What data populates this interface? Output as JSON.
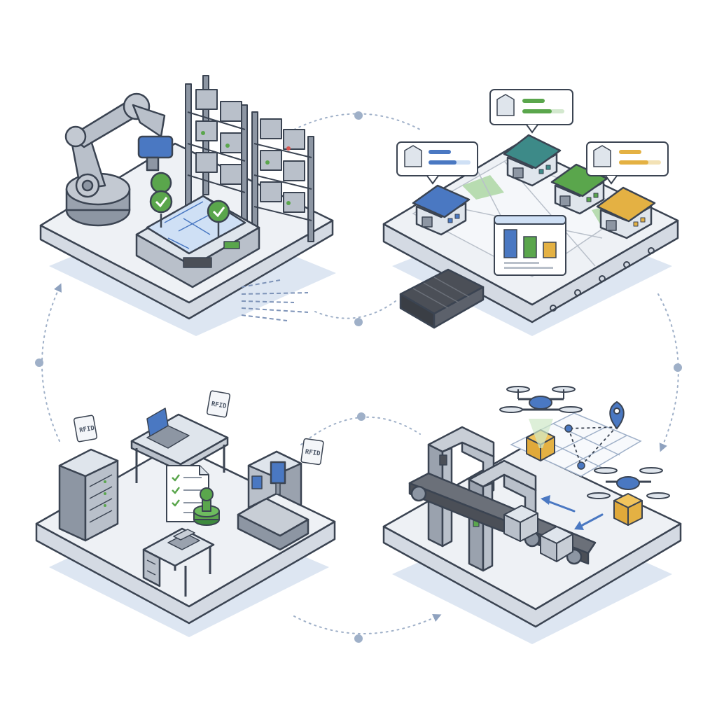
{
  "diagram": {
    "colors": {
      "outline": "#3b4452",
      "platform_top": "#eef1f5",
      "platform_side": "#d4dae3",
      "platform_shadow": "#dde6f2",
      "machine": "#b9c0ca",
      "machine_dark": "#8d96a3",
      "accent_blue": "#4a78c2",
      "accent_green": "#5aa64c",
      "accent_yellow": "#e4b143",
      "accent_red": "#d9534f",
      "flow_dots": "#9fb0c8",
      "belt": "#4b4f57"
    },
    "quadrants": [
      {
        "id": "warehouse-automation",
        "items": [
          "robot-arm-icon",
          "storage-rack-icon",
          "control-terminal-icon",
          "check-pin-icon"
        ]
      },
      {
        "id": "distribution-network",
        "items": [
          "warehouse-blue-icon",
          "warehouse-teal-icon",
          "warehouse-green-icon",
          "warehouse-yellow-icon",
          "dashboard-chart-icon",
          "conveyor-icon"
        ]
      },
      {
        "id": "office-operations",
        "items": [
          "server-rack-icon",
          "laptop-desk-icon",
          "checklist-icon",
          "stamp-icon",
          "cnc-machine-icon",
          "office-desk-icon"
        ]
      },
      {
        "id": "delivery-hub",
        "items": [
          "scanner-gate-icon",
          "conveyor-belt-icon",
          "drone-icon",
          "package-icon",
          "map-pin-icon"
        ]
      }
    ],
    "tags": [
      {
        "text": "RFID"
      },
      {
        "text": "RFID"
      },
      {
        "text": "RFID"
      }
    ]
  }
}
